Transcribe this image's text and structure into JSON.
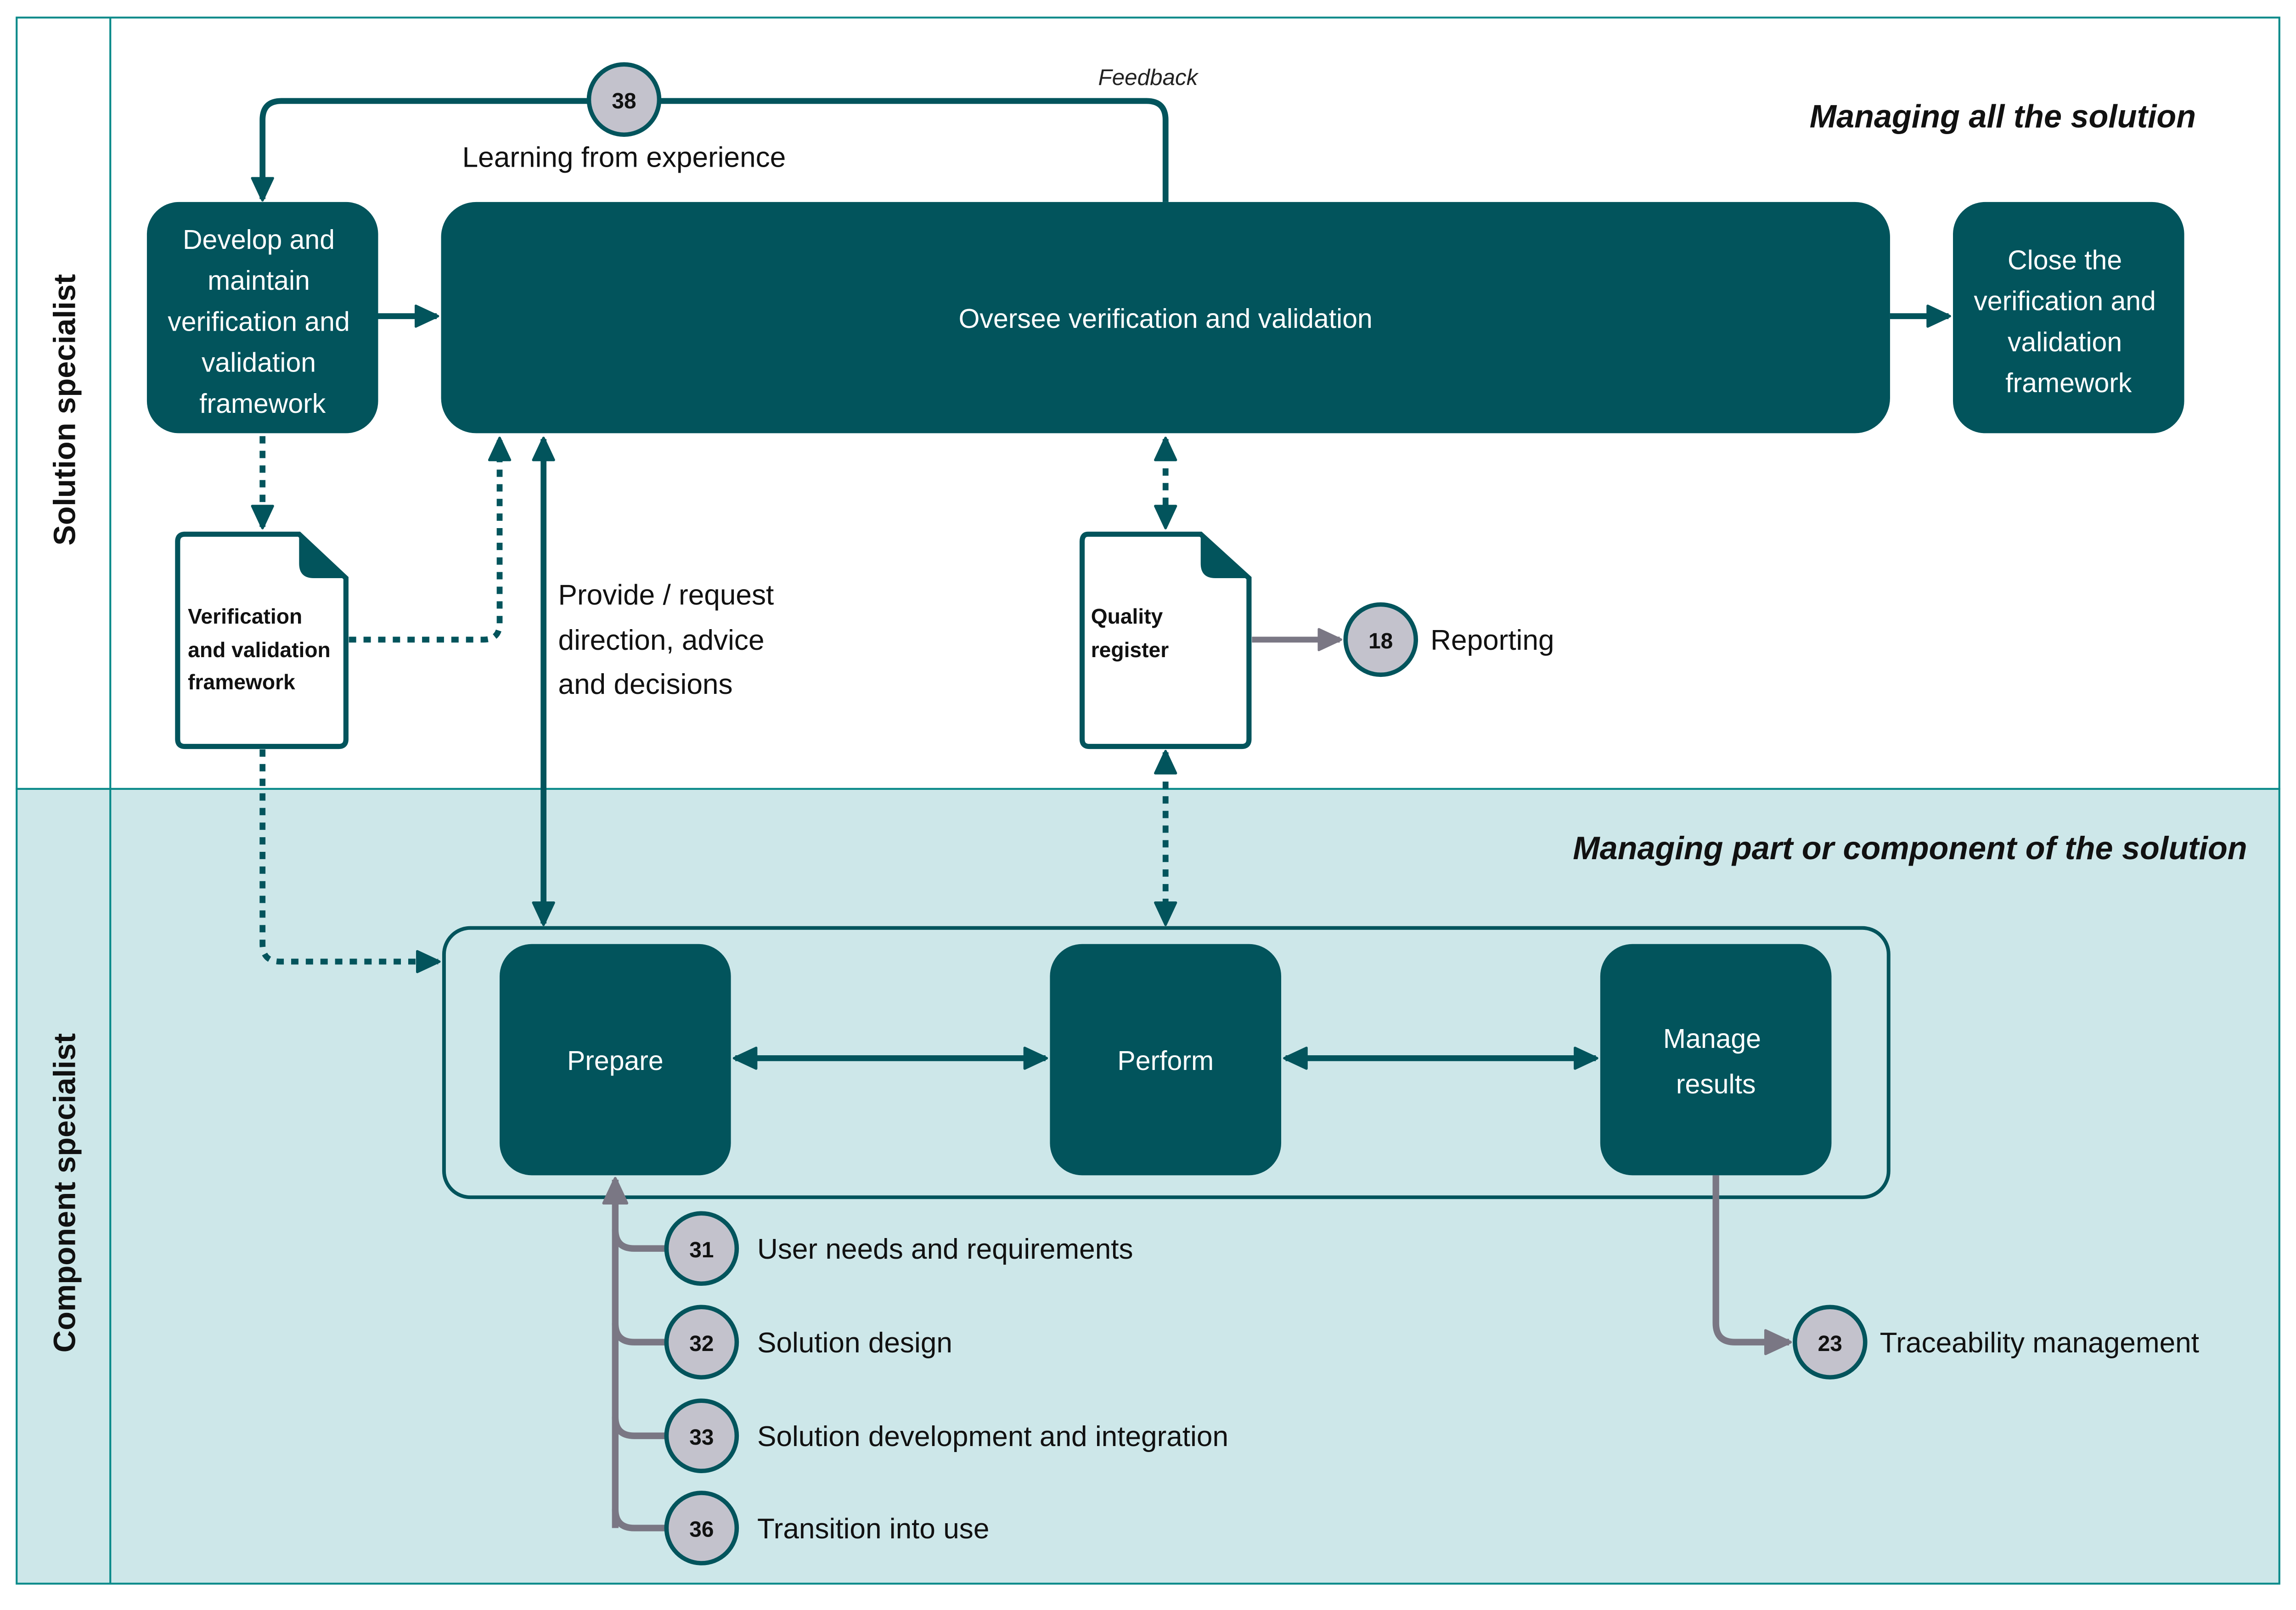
{
  "colors": {
    "primary": "#02545C",
    "lane_border": "#0A8A8A",
    "lower_lane_bg": "#CDE7E9",
    "gray_arrow": "#7A7784",
    "circle_fill": "#C3C2CC"
  },
  "lanes": [
    {
      "label": "Solution specialist",
      "region_title": "Managing all the solution"
    },
    {
      "label": "Component specialist",
      "region_title": "Managing part or component of the solution"
    }
  ],
  "feedback_label": "Feedback",
  "learning": {
    "number": "38",
    "label": "Learning from experience"
  },
  "boxes": {
    "develop": [
      "Develop and",
      "maintain",
      "verification and",
      "validation",
      "framework"
    ],
    "oversee": [
      "Oversee verification and validation"
    ],
    "close": [
      "Close the",
      "verification and",
      "validation",
      "framework"
    ],
    "prepare": [
      "Prepare"
    ],
    "perform": [
      "Perform"
    ],
    "manage": [
      "Manage",
      "results"
    ]
  },
  "documents": {
    "vv_framework": [
      "Verification",
      "and validation",
      "framework"
    ],
    "quality_register": [
      "Quality",
      "register"
    ]
  },
  "direction_note": [
    "Provide / request",
    "direction, advice",
    "and decisions"
  ],
  "reporting": {
    "number": "18",
    "label": "Reporting"
  },
  "inputs": [
    {
      "number": "31",
      "label": "User needs and requirements"
    },
    {
      "number": "32",
      "label": "Solution design"
    },
    {
      "number": "33",
      "label": "Solution development and integration"
    },
    {
      "number": "36",
      "label": "Transition into use"
    }
  ],
  "traceability": {
    "number": "23",
    "label": "Traceability management"
  }
}
